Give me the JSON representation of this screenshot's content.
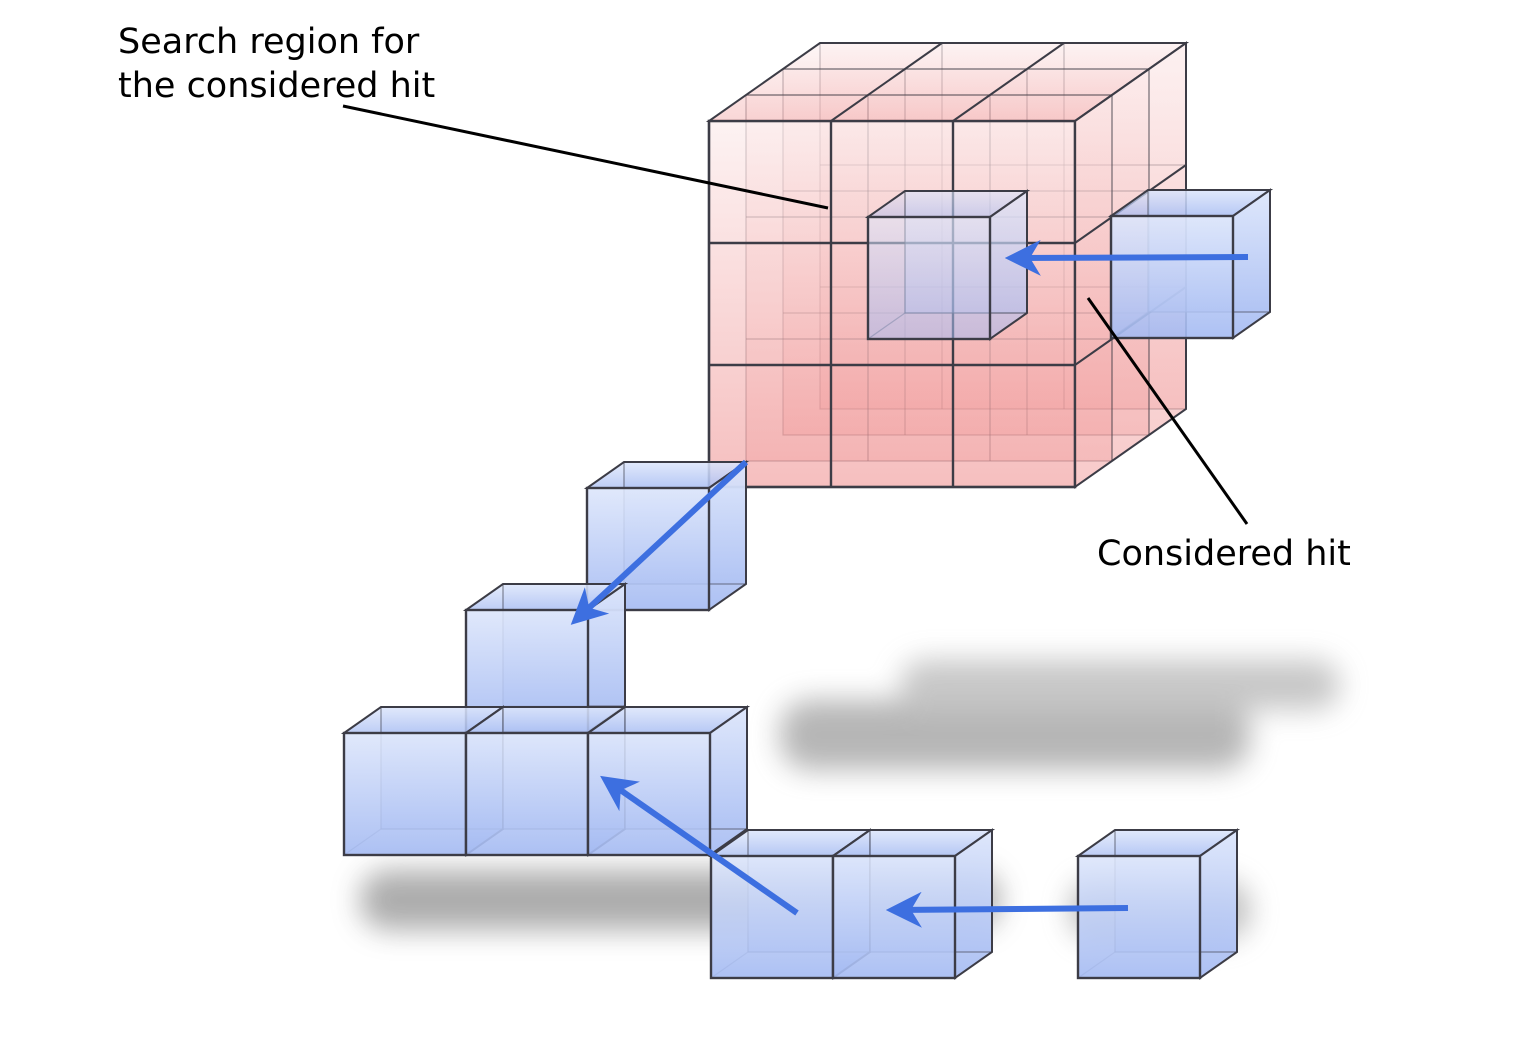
{
  "labels": {
    "search_region_line1": "Search region for",
    "search_region_line2": "the considered hit",
    "considered_hit": "Considered hit"
  },
  "colors": {
    "search_region_fill_top": "#fbe8e8",
    "search_region_fill_bottom": "#ee8a8a",
    "hit_fill_top": "#dde6fb",
    "hit_fill_bottom": "#a4baf2",
    "edge": "#3c3c46",
    "arrow": "#3d6fe0",
    "shadow": "#7a7a7a",
    "leader_line": "#000000"
  }
}
